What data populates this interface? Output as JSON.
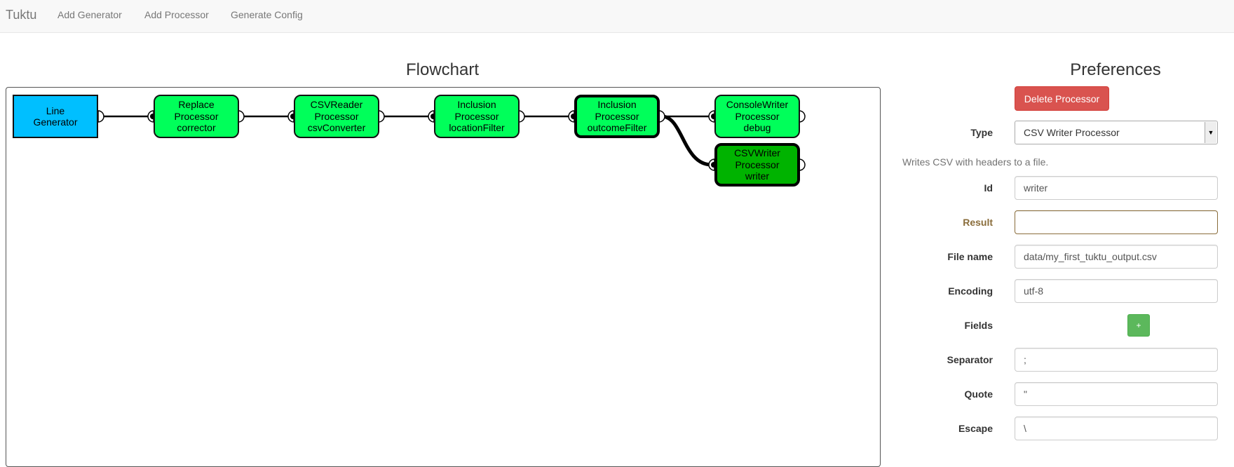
{
  "navbar": {
    "brand": "Tuktu",
    "links": [
      "Add Generator",
      "Add Processor",
      "Generate Config"
    ]
  },
  "flowchart": {
    "title": "Flowchart",
    "nodes": [
      {
        "id": "line-generator",
        "label": "Line\nGenerator",
        "kind": "generator"
      },
      {
        "id": "corrector",
        "label": "Replace\nProcessor\ncorrector",
        "kind": "processor"
      },
      {
        "id": "csvConverter",
        "label": "CSVReader\nProcessor\ncsvConverter",
        "kind": "processor"
      },
      {
        "id": "locationFilter",
        "label": "Inclusion\nProcessor\nlocationFilter",
        "kind": "processor"
      },
      {
        "id": "outcomeFilter",
        "label": "Inclusion\nProcessor\noutcomeFilter",
        "kind": "processor"
      },
      {
        "id": "debug",
        "label": "ConsoleWriter\nProcessor\ndebug",
        "kind": "processor"
      },
      {
        "id": "writer",
        "label": "CSVWriter\nProcessor\nwriter",
        "kind": "processor"
      }
    ],
    "colors": {
      "generator": "#00bfff",
      "processor": "#00ff5a",
      "selected": "#00b300"
    }
  },
  "preferences": {
    "title": "Preferences",
    "delete_label": "Delete Processor",
    "type_label": "Type",
    "type_value": "CSV Writer Processor",
    "description": "Writes CSV with headers to a file.",
    "fields": {
      "id": {
        "label": "Id",
        "value": "writer"
      },
      "result": {
        "label": "Result",
        "value": ""
      },
      "file_name": {
        "label": "File name",
        "value": "data/my_first_tuktu_output.csv"
      },
      "encoding": {
        "label": "Encoding",
        "value": "utf-8"
      },
      "fields_label": "Fields",
      "add_label": "+",
      "separator": {
        "label": "Separator",
        "value": ";"
      },
      "quote": {
        "label": "Quote",
        "value": "\""
      },
      "escape": {
        "label": "Escape",
        "value": "\\"
      }
    },
    "colors": {
      "danger": "#d9534f",
      "success": "#5cb85c",
      "warning": "#8a6d3b"
    }
  }
}
